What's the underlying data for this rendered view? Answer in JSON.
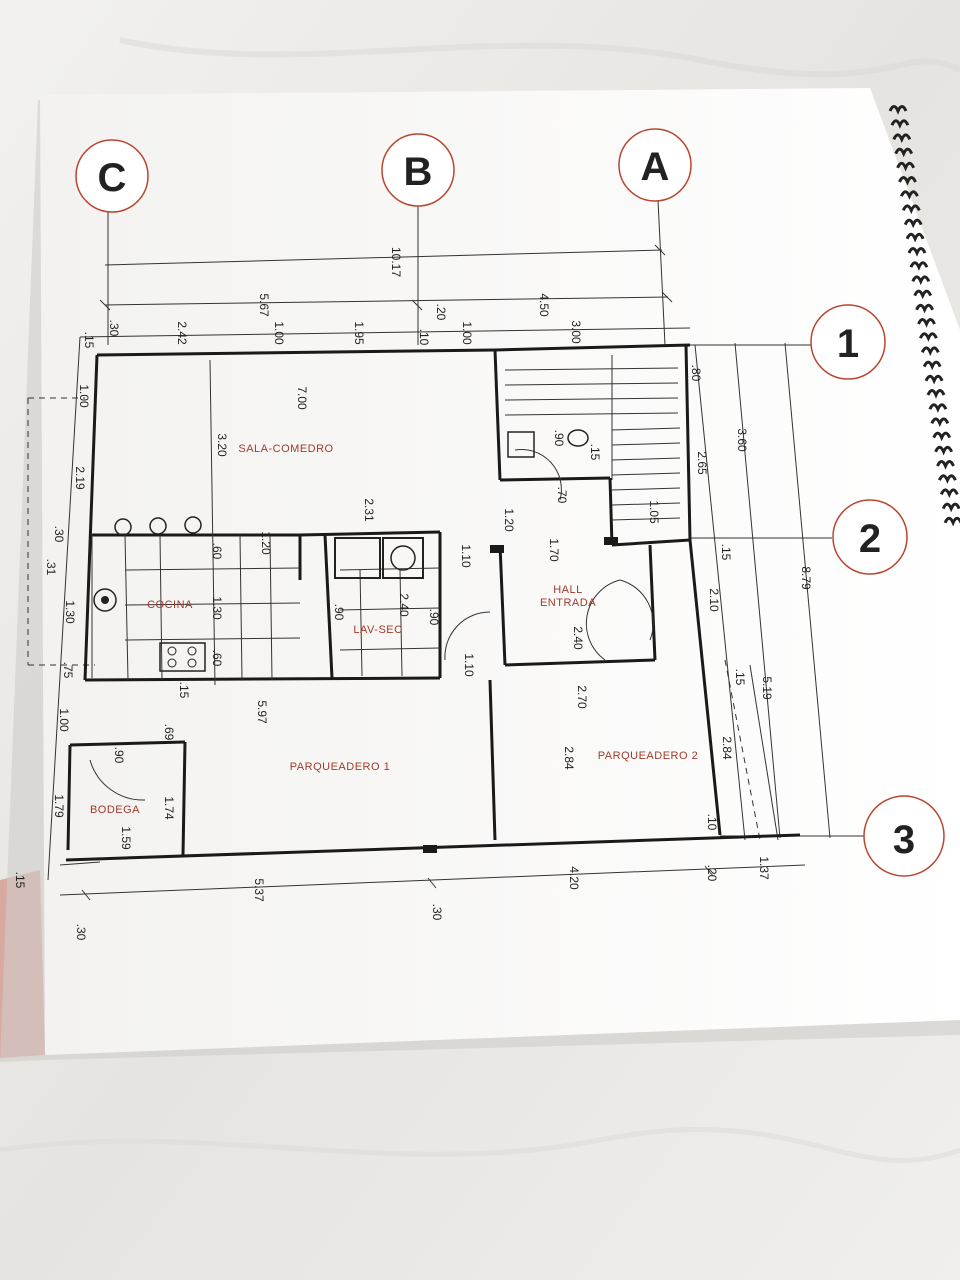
{
  "grid_axes": {
    "letters": [
      "C",
      "B",
      "A"
    ],
    "numbers": [
      "1",
      "2",
      "3"
    ]
  },
  "rooms": {
    "sala_comedor": "SALA-COMEDRO",
    "cocina": "COCINA",
    "lav_sec": "LAV-SEC",
    "hall_1": "HALL",
    "hall_2": "ENTRADA",
    "parqueadero_1": "PARQUEADERO 1",
    "parqueadero_2": "PARQUEADERO 2",
    "bodega": "BODEGA"
  },
  "dimensions": {
    "total_width": "10.17",
    "top_567": "5.67",
    "top_450": "4.50",
    "top_30a": ".30",
    "top_242": "2.42",
    "top_100a": "1.00",
    "top_195": "1.95",
    "top_20": ".20",
    "top_100b": "1.00",
    "top_300": "3.00",
    "top_10": ".10",
    "top_15": ".15",
    "in_700": "7.00",
    "in_320": "3.20",
    "in_231": "2.31",
    "in_120a": "1.20",
    "in_60a": ".60",
    "in_130a": "1.30",
    "in_60b": ".60",
    "in_90a": ".90",
    "in_240a": "2.40",
    "in_90b": ".90",
    "in_110a": "1.10",
    "in_110b": "1.10",
    "in_120b": "1.20",
    "in_170": "1.70",
    "in_90c": ".90",
    "in_70": ".70",
    "in_105": "1.05",
    "in_15bath": ".15",
    "in_240b": "2.40",
    "in_270": "2.70",
    "in_284a": "2.84",
    "in_597": "5.97",
    "in_15a": ".15",
    "in_69": ".69",
    "in_90d": ".90",
    "in_174": "1.74",
    "in_159": "1.59",
    "left_100a": "1.00",
    "left_219": "2.19",
    "left_30": ".30",
    "left_31": ".31",
    "left_130": "1.30",
    "left_75": ".75",
    "left_100b": "1.00",
    "left_179": "1.79",
    "left_15": ".15",
    "right_80": ".80",
    "right_360": "3.60",
    "right_265": "2.65",
    "right_15a": ".15",
    "right_210": "2.10",
    "right_15b": ".15",
    "right_879": "8.79",
    "right_519": "5.19",
    "right_284": "2.84",
    "right_10": ".10",
    "right_137": "1.37",
    "bot_537": "5.37",
    "bot_30a": ".30",
    "bot_30b": ".30",
    "bot_420": "4.20",
    "bot_20": ".20"
  }
}
